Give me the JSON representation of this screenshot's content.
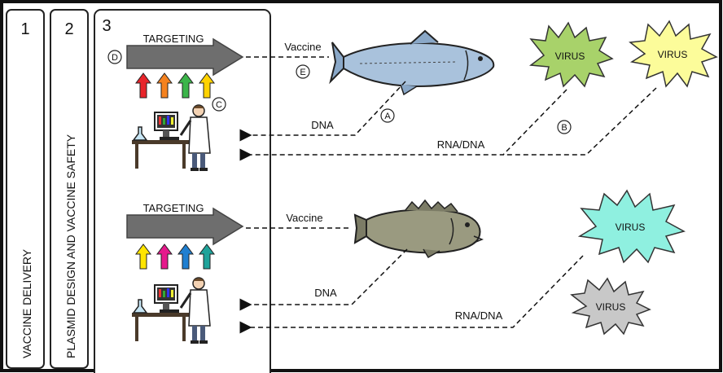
{
  "panels": [
    {
      "number": "1",
      "title": "VACCINE DELIVERY"
    },
    {
      "number": "2",
      "title": "PLASMID DESIGN AND VACCINE SAFETY"
    },
    {
      "number": "3"
    }
  ],
  "upper": {
    "targeting_label": "TARGETING",
    "vaccine_label": "Vaccine",
    "dna_label": "DNA",
    "rna_dna_label": "RNA/DNA",
    "markers": {
      "a": "A",
      "b": "B",
      "c": "C",
      "d": "D",
      "e": "E"
    },
    "arrow_colors": [
      "#e8242a",
      "#f5821f",
      "#3bb54a",
      "#ffd200"
    ],
    "viruses": [
      {
        "label": "VIRUS",
        "color": "#a8d26a"
      },
      {
        "label": "VIRUS",
        "color": "#fcfc9a"
      }
    ],
    "fish_color": "#a9c2dc"
  },
  "lower": {
    "targeting_label": "TARGETING",
    "vaccine_label": "Vaccine",
    "dna_label": "DNA",
    "rna_dna_label": "RNA/DNA",
    "arrow_colors": [
      "#ffe500",
      "#e6198c",
      "#1f7fd1",
      "#1fa39a"
    ],
    "viruses": [
      {
        "label": "VIRUS",
        "color": "#8ff0e0"
      },
      {
        "label": "VIRUS",
        "color": "#c8c8c8"
      }
    ],
    "fish_color": "#9a9a80"
  }
}
